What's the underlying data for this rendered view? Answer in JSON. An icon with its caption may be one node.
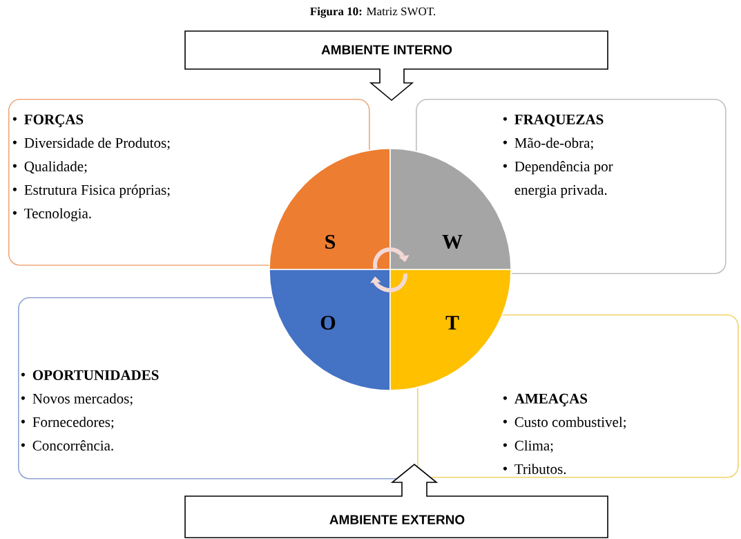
{
  "diagram": {
    "caption": "**Figura 10:** Matriz SWOT.",
    "nodes": [
      {
        "text": [
          "AMBIENTE INTERNO"
        ]
      },
      {
        "text": [
          "FORÇAS",
          "Diversidade de Produtos;",
          "Qualidade;",
          "Estrutura Fisica próprias;",
          "Tecnologia."
        ]
      },
      {
        "text": [
          "FRAQUEZAS",
          "Mão-de-obra;",
          "Dependência por energia privada."
        ]
      },
      {
        "text": [
          "S"
        ]
      },
      {
        "text": [
          "W"
        ]
      },
      {
        "text": [
          "O"
        ]
      },
      {
        "text": [
          "T"
        ]
      },
      {
        "text": [
          "OPORTUNIDADES",
          "Novos mercados;",
          "Fornecedores;",
          "Concorrência."
        ]
      },
      {
        "text": [
          "AMEAÇAS",
          "Custo combustivel;",
          "Clima;",
          "Tributos."
        ]
      },
      {
        "text": [
          "AMBIENTE EXTERNO"
        ]
      }
    ],
    "edges": [
      {
        "from": 3,
        "to": 4,
        "arrow": "to"
      },
      {
        "from": 6,
        "to": 5,
        "arrow": "to"
      }
    ]
  }
}
